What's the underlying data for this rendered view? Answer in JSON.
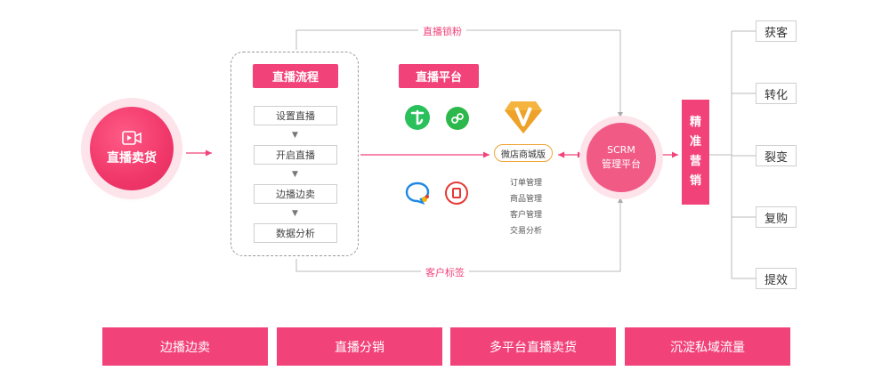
{
  "main": {
    "title": "直播卖货",
    "icon": "video-play-icon"
  },
  "process": {
    "title": "直播流程",
    "steps": [
      "设置直播",
      "开启直播",
      "边播边卖",
      "数据分析"
    ]
  },
  "platform": {
    "title": "直播平台",
    "apps": [
      "green-t-app-icon",
      "mini-program-icon",
      "chat-bubble-app-icon",
      "red-circle-app-icon"
    ]
  },
  "shop": {
    "logo": "diamond-v-icon",
    "label": "微店商城版",
    "items": [
      "订单管理",
      "商品管理",
      "客户管理",
      "交易分析"
    ]
  },
  "flow_labels": {
    "top": "直播锁粉",
    "bottom": "客户标签"
  },
  "scrm": {
    "line1": "SCRM",
    "line2": "管理平台"
  },
  "precision_marketing": {
    "chars": [
      "精",
      "准",
      "营",
      "销"
    ]
  },
  "results": [
    "获客",
    "转化",
    "裂变",
    "复购",
    "提效"
  ],
  "bottom_bar": [
    "边播边卖",
    "直播分销",
    "多平台直播卖货",
    "沉淀私域流量"
  ],
  "colors": {
    "accent": "#f2427a",
    "light_accent": "#fde3ea",
    "gold": "#f0a43a"
  }
}
